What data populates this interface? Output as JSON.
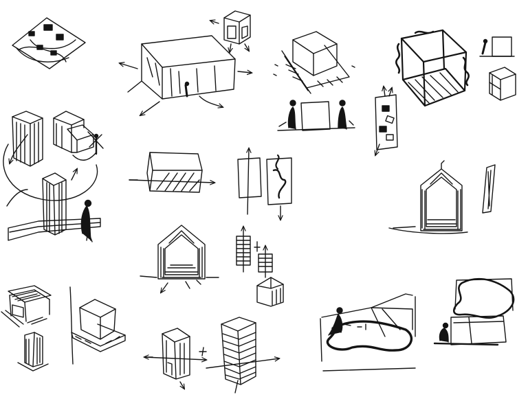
{
  "sheet": {
    "background": "#ffffff",
    "ink": "#141414"
  },
  "sketches": [
    {
      "name": "site-plan-sketch"
    },
    {
      "name": "small-cube-pavilion-sketch"
    },
    {
      "name": "long-building-with-arrows-sketch"
    },
    {
      "name": "raised-box-on-deck-sketch"
    },
    {
      "name": "cube-frame-with-vines-sketch"
    },
    {
      "name": "small-frame-and-cube-sketch"
    },
    {
      "name": "two-figures-with-frame-sketch"
    },
    {
      "name": "floating-frames-sketch"
    },
    {
      "name": "tower-massing-study-sketch"
    },
    {
      "name": "gabled-box-section-sketch"
    },
    {
      "name": "two-panels-elevation-sketch"
    },
    {
      "name": "gabled-tunnel-right-sketch"
    },
    {
      "name": "thin-panel-sketch"
    },
    {
      "name": "gabled-tunnel-center-sketch"
    },
    {
      "name": "stacked-panels-and-house-sketch"
    },
    {
      "name": "small-pavilion-sketch"
    },
    {
      "name": "cube-on-platform-sketch"
    },
    {
      "name": "open-box-with-arrows-sketch"
    },
    {
      "name": "stacked-slab-tower-sketch"
    },
    {
      "name": "blob-landscape-with-figure-sketch"
    },
    {
      "name": "cloud-frame-sketch"
    }
  ]
}
